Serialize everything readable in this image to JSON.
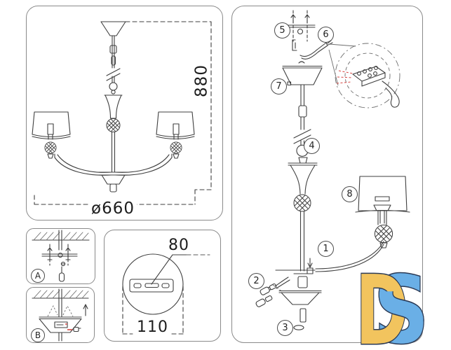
{
  "colors": {
    "line": "#3f3f3f",
    "accent_red": "#d64541",
    "logo_yellow": "#f2c45e",
    "logo_blue": "#6aafe6",
    "logo_outline": "#2b3a55"
  },
  "panels": {
    "overview": {
      "description": "chandelier-overall-dimensions",
      "height_mm": "880",
      "diameter_mm": "ø660"
    },
    "mount_a": {
      "label": "A"
    },
    "mount_b": {
      "label": "B"
    },
    "bracket": {
      "slot_dim": "80",
      "plate_dim": "110"
    },
    "assembly": {
      "steps": [
        "1",
        "2",
        "3",
        "4",
        "5",
        "6",
        "7",
        "8"
      ]
    }
  },
  "logo": {
    "letter_d": "D",
    "letter_s": "S"
  }
}
